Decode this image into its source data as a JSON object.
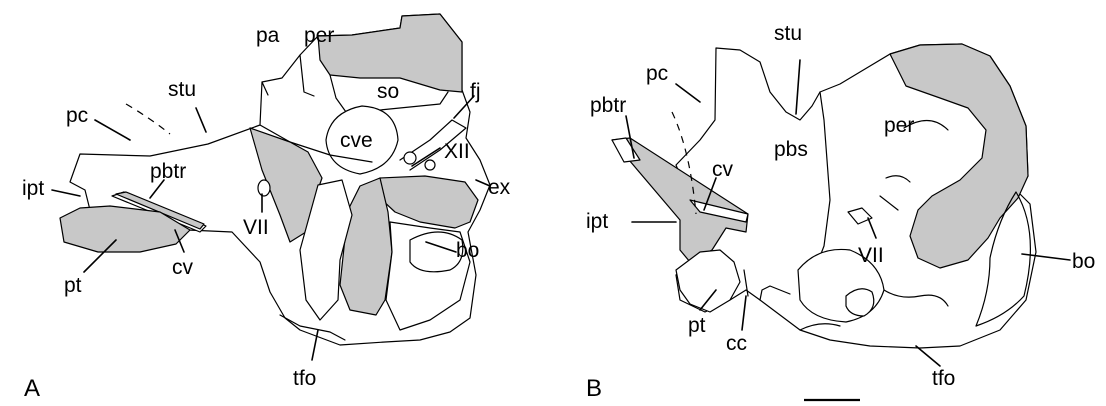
{
  "panels": {
    "a": {
      "letter": "A",
      "labels": {
        "pa": "pa",
        "per": "per",
        "stu": "stu",
        "so": "so",
        "pc": "pc",
        "fj": "fj",
        "cve": "cve",
        "xii": "XII",
        "pbtr": "pbtr",
        "ipt": "ipt",
        "ex": "ex",
        "vii": "VII",
        "bo": "bo",
        "pt": "pt",
        "cv": "cv",
        "tfo": "tfo"
      }
    },
    "b": {
      "letter": "B",
      "labels": {
        "stu": "stu",
        "pc": "pc",
        "pbtr": "pbtr",
        "per": "per",
        "pbs": "pbs",
        "cv": "cv",
        "ipt": "ipt",
        "vii": "VII",
        "bo": "bo",
        "pt": "pt",
        "cc": "cc",
        "tfo": "tfo"
      }
    }
  },
  "colors": {
    "shaded_bone": "#c8c8c8",
    "outline": "#000000"
  },
  "scale_bar": true
}
